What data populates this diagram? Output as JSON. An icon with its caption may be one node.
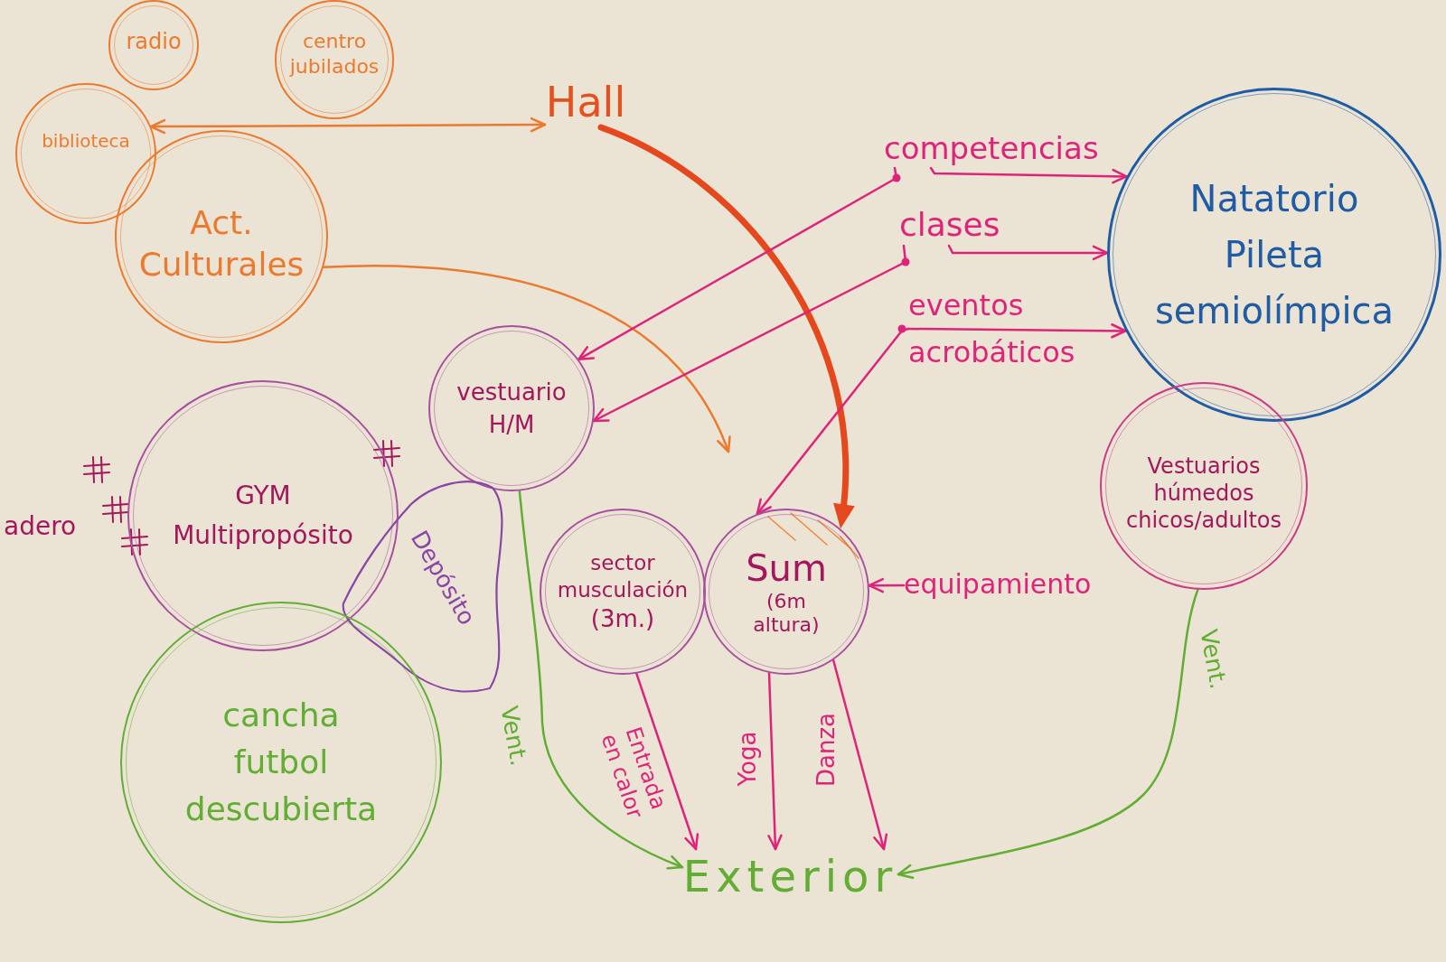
{
  "diagram": {
    "nodes": [
      {
        "text": [
          "radio"
        ]
      },
      {
        "text": [
          "centro jubilados"
        ]
      },
      {
        "text": [
          "biblioteca"
        ]
      },
      {
        "text": [
          "Act. Culturales"
        ]
      },
      {
        "text": [
          "Hall"
        ]
      },
      {
        "text": [
          "competencias"
        ]
      },
      {
        "text": [
          "clases"
        ]
      },
      {
        "text": [
          "eventos acrobáticos"
        ]
      },
      {
        "text": [
          "Natatorio Pileta semiolímpica"
        ]
      },
      {
        "text": [
          "vestuario H/M"
        ]
      },
      {
        "text": [
          "GYM Multipropósito"
        ]
      },
      {
        "text": [
          "Depósito"
        ]
      },
      {
        "text": [
          "sector musculación",
          "(3m.)"
        ]
      },
      {
        "text": [
          "Sum",
          "(6m altura)"
        ]
      },
      {
        "text": [
          "equipamiento"
        ]
      },
      {
        "text": [
          "Vestuarios húmedos chicos/adultos"
        ]
      },
      {
        "text": [
          "cancha futbol descubierta"
        ]
      },
      {
        "text": [
          "Exterior"
        ]
      }
    ],
    "edges": [
      {
        "from": 2,
        "to": 4,
        "arrow": "both",
        "color": "#ec7a2e"
      },
      {
        "from": 3,
        "to": null,
        "arrow": "to",
        "color": "#ec7a2e"
      },
      {
        "from": 4,
        "to": 13,
        "arrow": "to",
        "style": "thick",
        "color": "#e5481c"
      },
      {
        "from": 5,
        "to": 8,
        "arrow": "to"
      },
      {
        "from": 5,
        "to": 9,
        "arrow": "to"
      },
      {
        "from": 6,
        "to": 8,
        "arrow": "to"
      },
      {
        "from": 6,
        "to": 9,
        "arrow": "to"
      },
      {
        "from": 7,
        "to": 8,
        "arrow": "to"
      },
      {
        "from": 7,
        "to": 13,
        "arrow": "to"
      },
      {
        "from": 14,
        "to": 13,
        "arrow": "to"
      },
      {
        "from": 9,
        "to": 17,
        "arrow": "to",
        "label": "Vent.",
        "color": "#62ad33"
      },
      {
        "from": 12,
        "to": 17,
        "arrow": "to",
        "label": "Entrada en calor"
      },
      {
        "from": 13,
        "to": 17,
        "arrow": "to",
        "label": "Yoga"
      },
      {
        "from": 13,
        "to": 17,
        "arrow": "to",
        "label": "Danza"
      },
      {
        "from": 15,
        "to": 17,
        "arrow": "to",
        "label": "Vent.",
        "color": "#62ad33"
      }
    ],
    "labels": [
      "adero"
    ]
  }
}
